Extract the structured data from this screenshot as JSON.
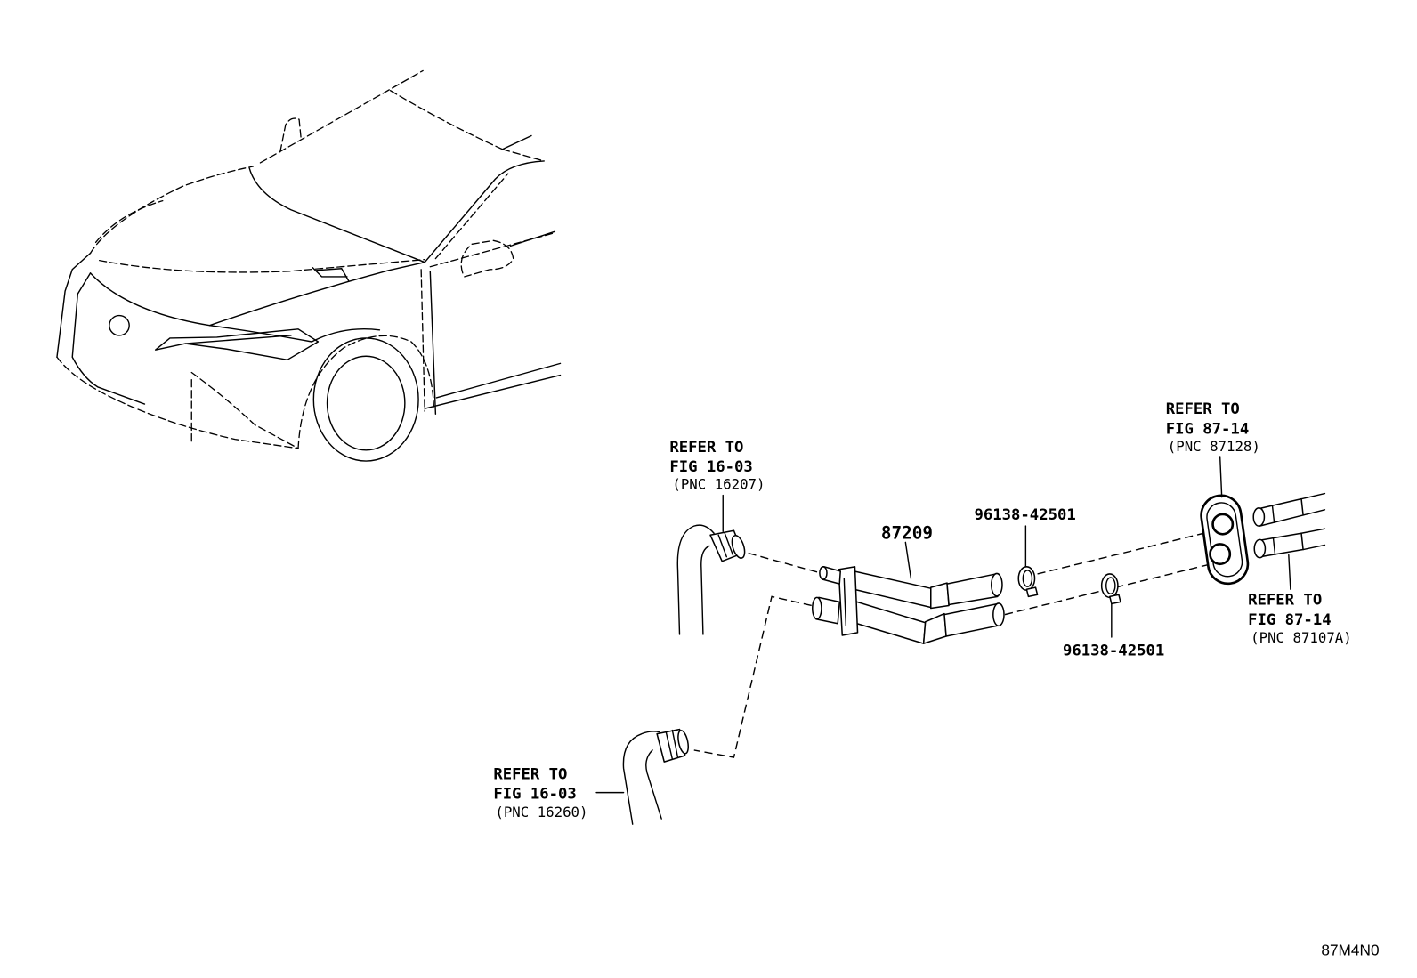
{
  "callouts": {
    "hose_inlet": {
      "refer": "REFER TO",
      "fig": "FIG 16-03",
      "pnc": "(PNC 16207)"
    },
    "hose_outlet": {
      "refer": "REFER TO",
      "fig": "FIG 16-03",
      "pnc": "(PNC 16260)"
    },
    "grommet": {
      "refer": "REFER TO",
      "fig": "FIG 87-14",
      "pnc": "(PNC 87128)"
    },
    "pipes": {
      "refer": "REFER TO",
      "fig": "FIG 87-14",
      "pnc": "(PNC 87107A)"
    }
  },
  "parts": {
    "heater_core": "87209",
    "clamp_upper": "96138-42501",
    "clamp_lower": "96138-42501"
  },
  "illustration_id": "87M4N0"
}
